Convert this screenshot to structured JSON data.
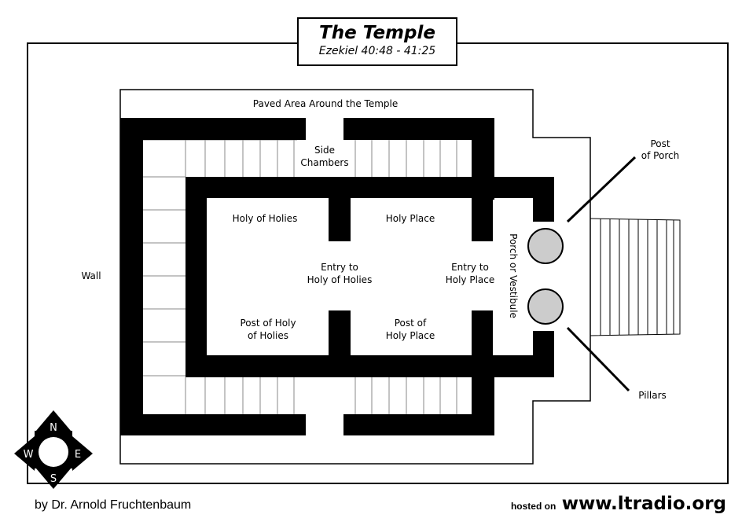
{
  "title": {
    "main": "The Temple",
    "subtitle": "Ezekiel 40:48 - 41:25"
  },
  "labels": {
    "paved_area": "Paved Area Around the Temple",
    "side_chambers_1": "Side",
    "side_chambers_2": "Chambers",
    "wall": "Wall",
    "holy_of_holies": "Holy of Holies",
    "holy_place": "Holy Place",
    "entry_hoh_1": "Entry to",
    "entry_hoh_2": "Holy of Holies",
    "entry_hp_1": "Entry to",
    "entry_hp_2": "Holy Place",
    "post_hoh_1": "Post of Holy",
    "post_hoh_2": "of Holies",
    "post_hp_1": "Post of",
    "post_hp_2": "Holy Place",
    "porch": "Porch or Vestibule",
    "post_porch_1": "Post",
    "post_porch_2": "of Porch",
    "pillars": "Pillars"
  },
  "compass": {
    "n": "N",
    "s": "S",
    "e": "E",
    "w": "W"
  },
  "footer": {
    "credit": "by Dr. Arnold Fruchtenbaum",
    "hosted_prefix": "hosted on",
    "site": "www.ltradio.org"
  },
  "colors": {
    "wall": "#000000",
    "pillar_fill": "#cccccc",
    "line": "#888888"
  }
}
